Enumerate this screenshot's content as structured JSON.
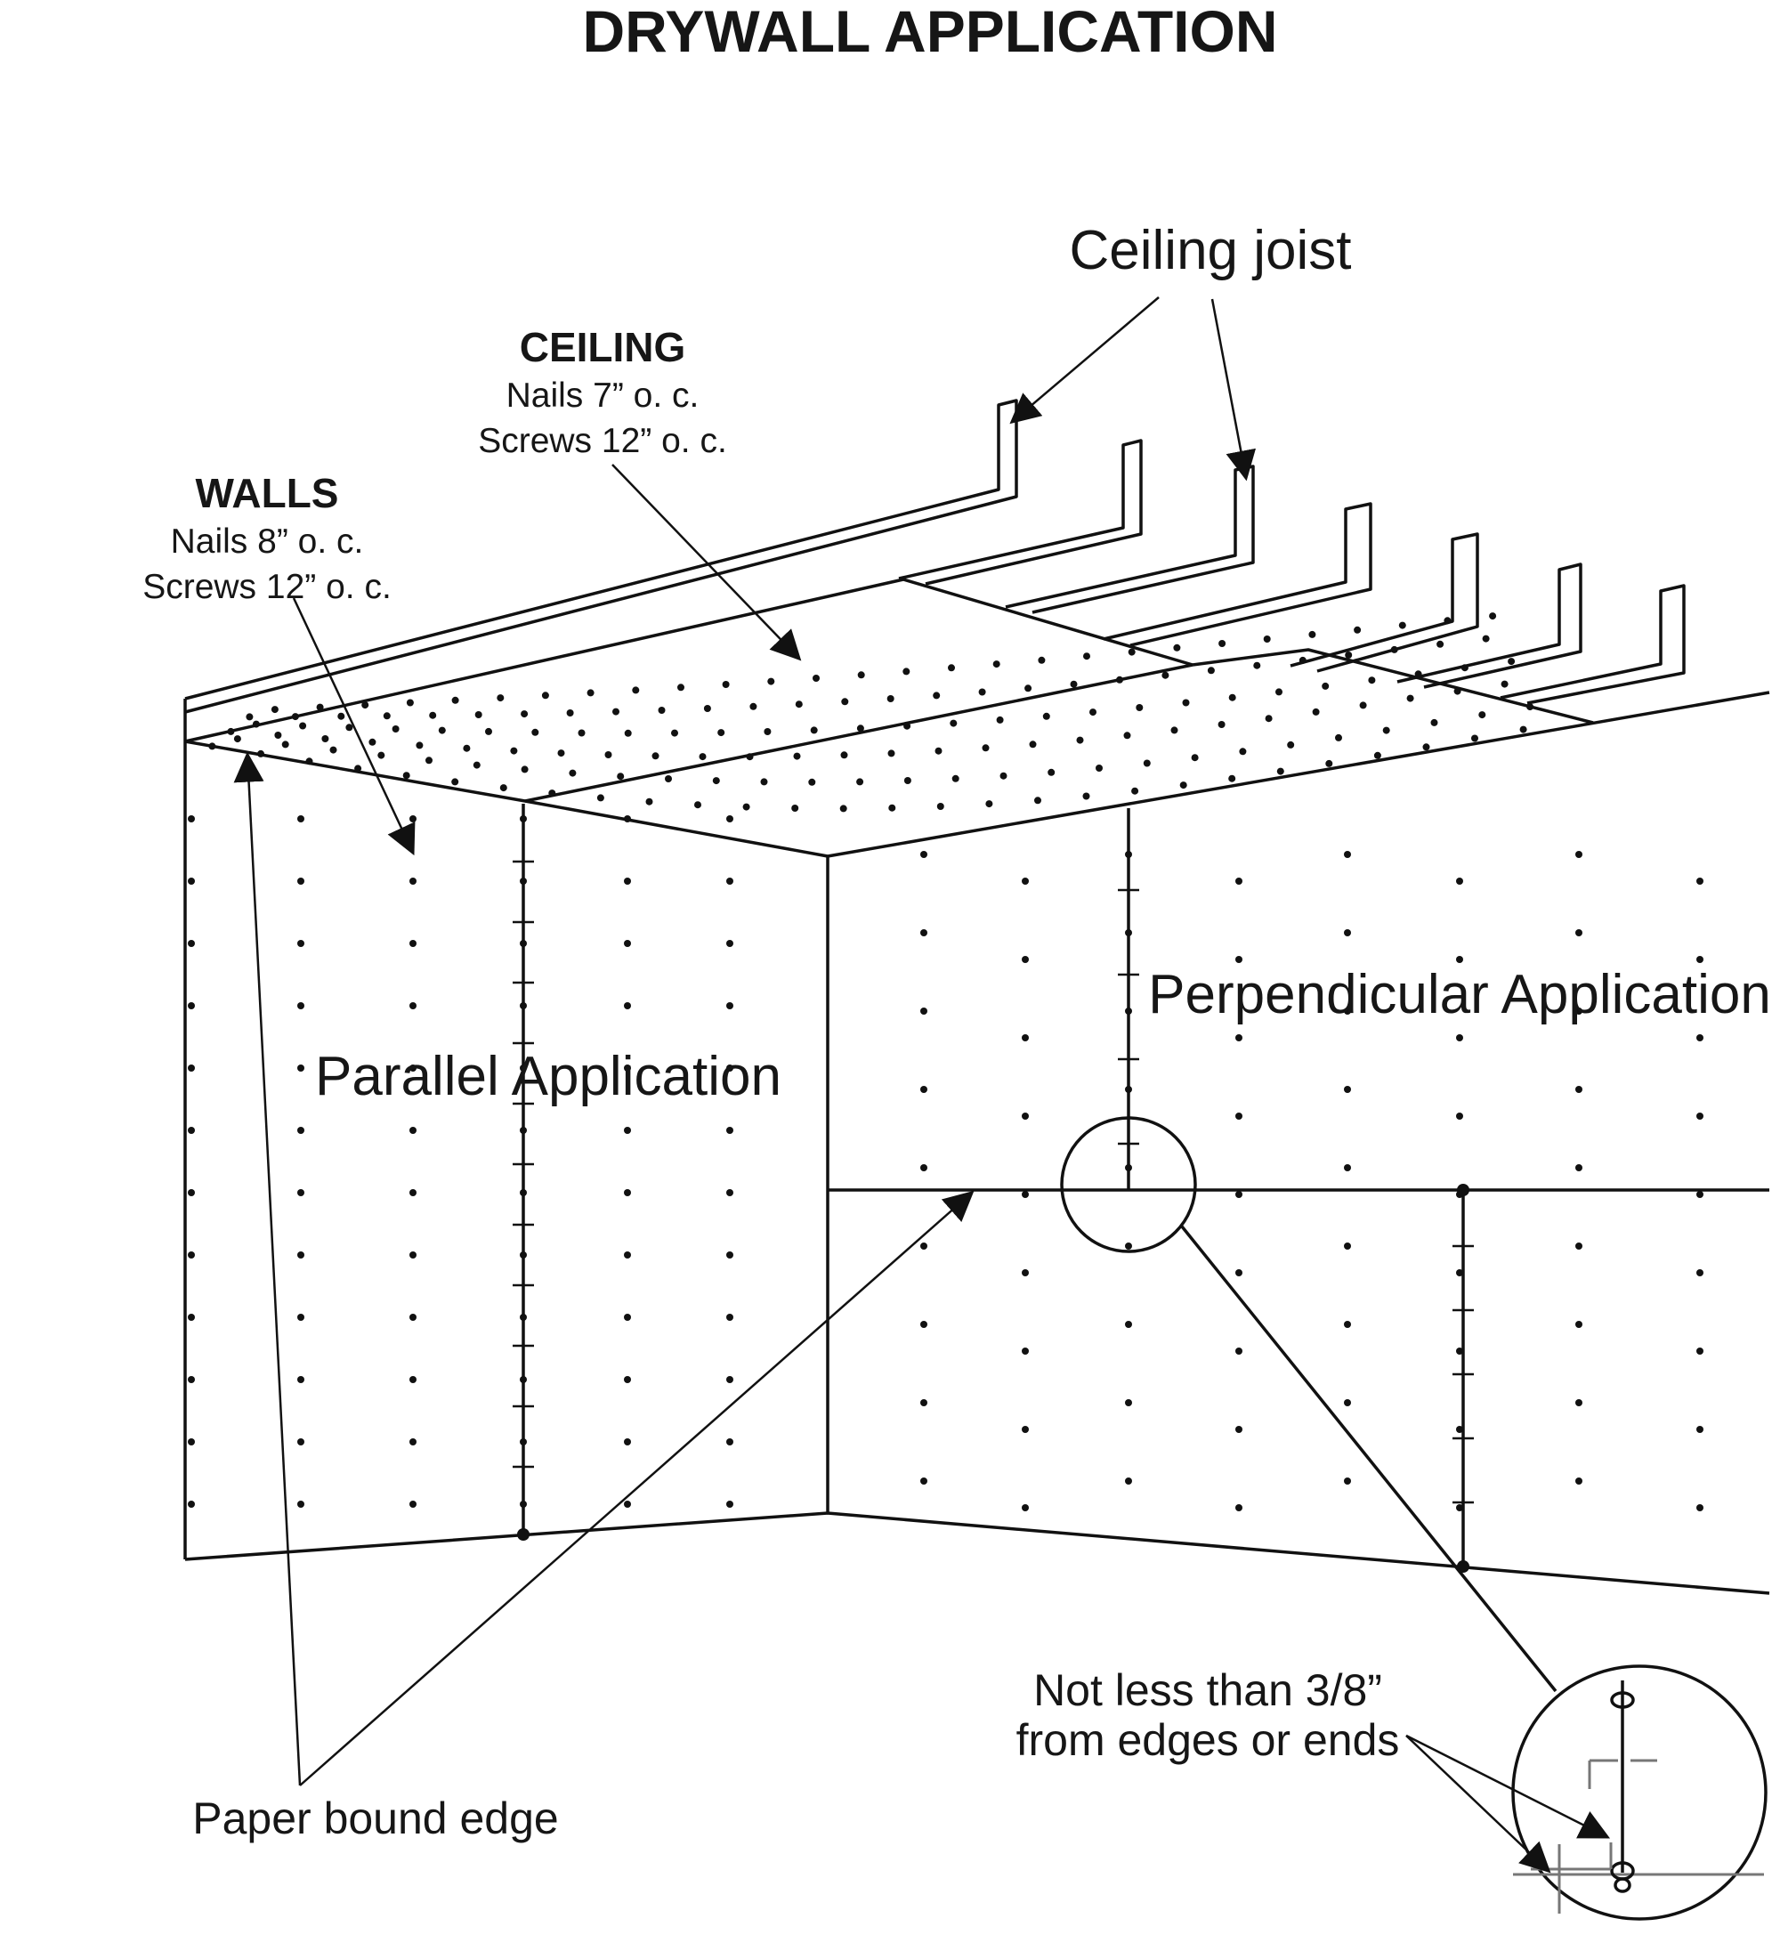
{
  "title": "DRYWALL APPLICATION",
  "labels": {
    "ceiling_joist": "Ceiling joist",
    "ceiling_heading": "CEILING",
    "ceiling_nails": "Nails 7” o. c.",
    "ceiling_screws": "Screws 12” o. c.",
    "walls_heading": "WALLS",
    "walls_nails": "Nails 8” o. c.",
    "walls_screws": "Screws 12” o. c.",
    "parallel": "Parallel Application",
    "perpendicular": "Perpendicular Application",
    "distance_line1": "Not less than 3/8”",
    "distance_line2": "from edges or ends",
    "paper_edge": "Paper bound edge"
  },
  "colors": {
    "ink": "#111111",
    "detail_gray": "#777777",
    "background": "#ffffff"
  }
}
